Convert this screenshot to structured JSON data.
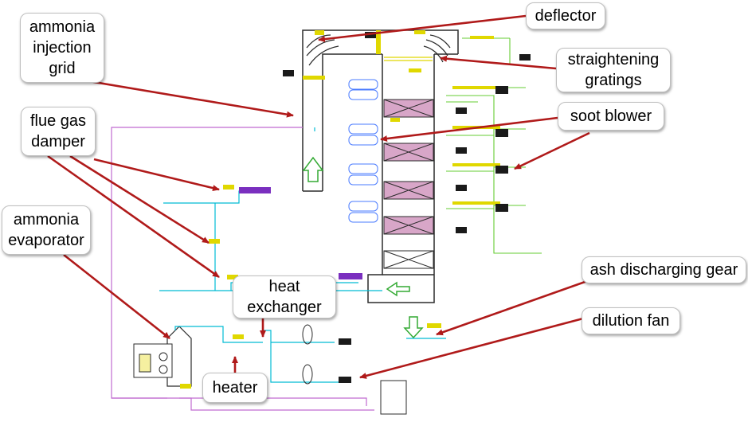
{
  "labels": {
    "ammonia_injection_grid": "ammonia\ninjection\ngrid",
    "flue_gas_damper": "flue gas\ndamper",
    "ammonia_evaporator": "ammonia\nevaporator",
    "deflector": "deflector",
    "straightening_gratings": "straightening\ngratings",
    "soot_blower": "soot blower",
    "heat_exchanger": "heat\nexchanger",
    "ash_discharging_gear": "ash discharging gear",
    "dilution_fan": "dilution fan",
    "heater": "heater"
  },
  "colors": {
    "vessel": "#2b2b2b",
    "catalyst_fill": "#d8a6c8",
    "flue_line": "#00bcd4",
    "ammonia_line": "#c06bd0",
    "steam_line": "#66cc33",
    "tag_yellow": "#e0d800",
    "arrow": "#b01a1a",
    "flow_arrow": "#33aa33"
  }
}
